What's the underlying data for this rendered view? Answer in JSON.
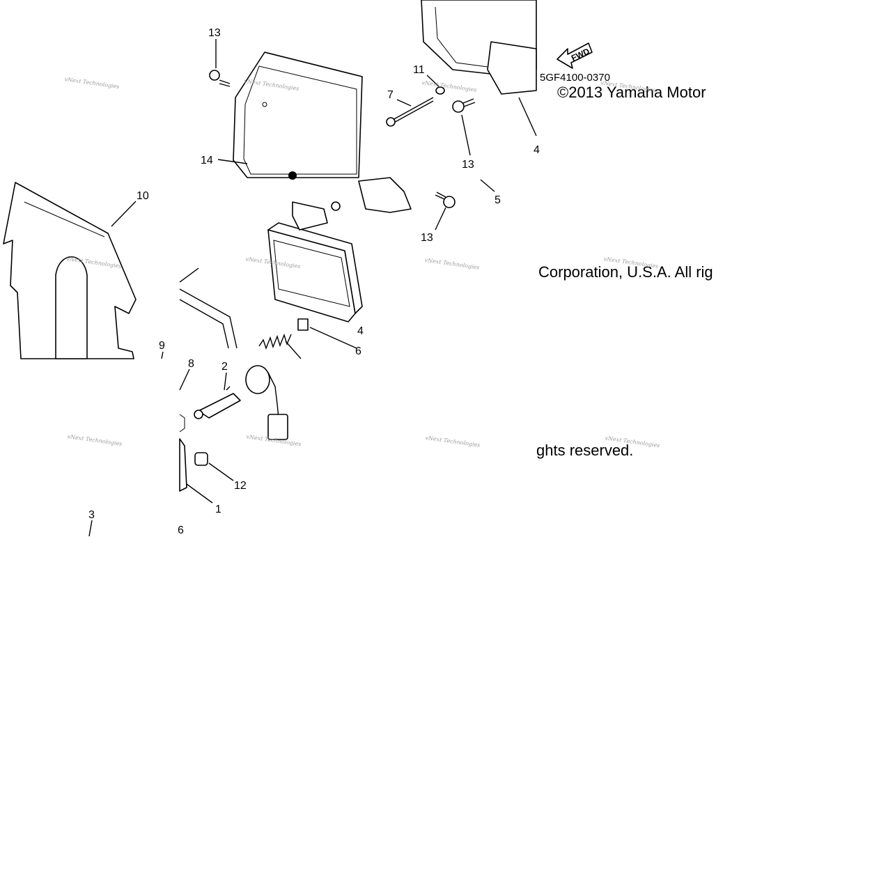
{
  "diagram": {
    "code": "5GF4100-0370",
    "copyright": {
      "line1": "©2013 Yamaha Motor",
      "line2": "Corporation, U.S.A. All rig",
      "line3": "ghts reserved."
    },
    "fwd_label": "FWD",
    "watermark": "vNext Technologies",
    "callouts": {
      "c1": "1",
      "c2": "2",
      "c3": "3",
      "c4a": "4",
      "c4b": "4",
      "c5": "5",
      "c6a": "6",
      "c6b": "6",
      "c7": "7",
      "c8": "8",
      "c9": "9",
      "c10": "10",
      "c11": "11",
      "c12": "12",
      "c13a": "13",
      "c13b": "13",
      "c13c": "13",
      "c14": "14"
    }
  }
}
